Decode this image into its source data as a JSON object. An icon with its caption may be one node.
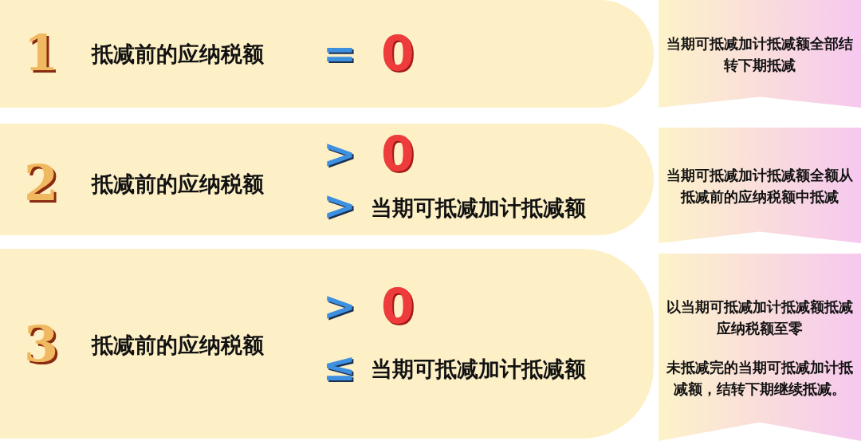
{
  "diagram": {
    "nodes": [
      {
        "text": [
          "1",
          "抵减前的应纳税额",
          "=",
          "0"
        ]
      },
      {
        "text": [
          "2",
          "抵减前的应纳税额",
          ">",
          "0",
          ">",
          "当期可抵减加计抵减额"
        ]
      },
      {
        "text": [
          "3",
          "抵减前的应纳税额",
          ">",
          "0",
          "≤",
          "当期可抵减加计抵减额"
        ]
      },
      {
        "text": [
          "当期可抵减加计抵减额全部结转下期抵减"
        ]
      },
      {
        "text": [
          "当期可抵减加计抵减额全额从抵减前的应纳税额中抵减"
        ]
      },
      {
        "text": [
          "以当期可抵减加计抵减额抵减应纳税额至零",
          "未抵减完的当期可抵减加计抵减额，结转下期继续抵减。"
        ]
      }
    ]
  }
}
